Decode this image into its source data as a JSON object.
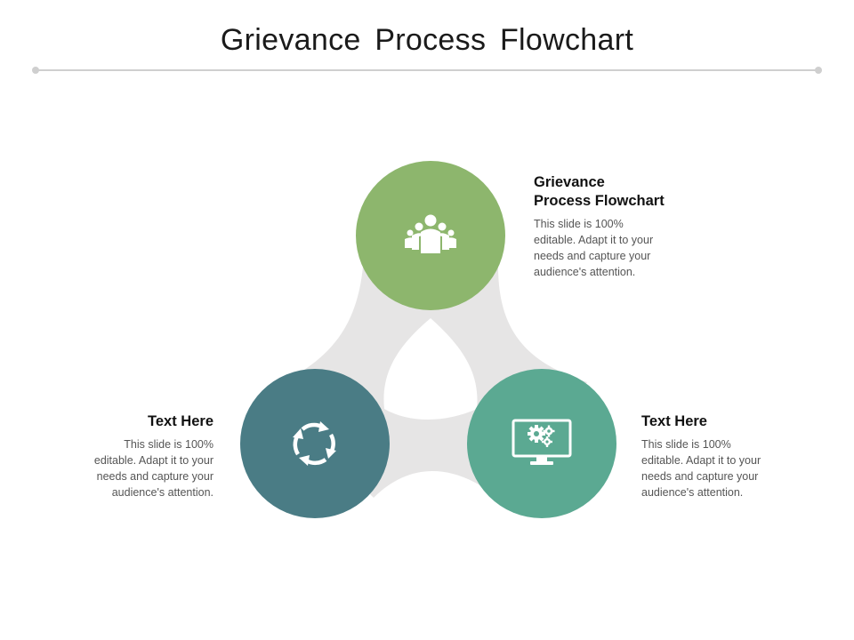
{
  "title": "Grievance Process Flowchart",
  "colors": {
    "top": "#8db66d",
    "left": "#4a7c85",
    "right": "#5ba992",
    "connector": "#e6e5e5",
    "rule": "#cfcfcf"
  },
  "nodes": [
    {
      "id": "top",
      "icon": "team-icon"
    },
    {
      "id": "left",
      "icon": "refresh-cycle-icon"
    },
    {
      "id": "right",
      "icon": "monitor-gears-icon"
    }
  ],
  "blocks": {
    "top": {
      "heading": "Grievance\nProcess Flowchart",
      "body": "This slide is 100%\neditable. Adapt it to your\nneeds and capture your\naudience's attention."
    },
    "left": {
      "heading": "Text Here",
      "body": "This slide is 100%\neditable. Adapt it to your\nneeds and capture your\naudience's attention."
    },
    "right": {
      "heading": "Text Here",
      "body": "This slide is 100%\neditable. Adapt it to your\nneeds and capture your\naudience's attention."
    }
  }
}
